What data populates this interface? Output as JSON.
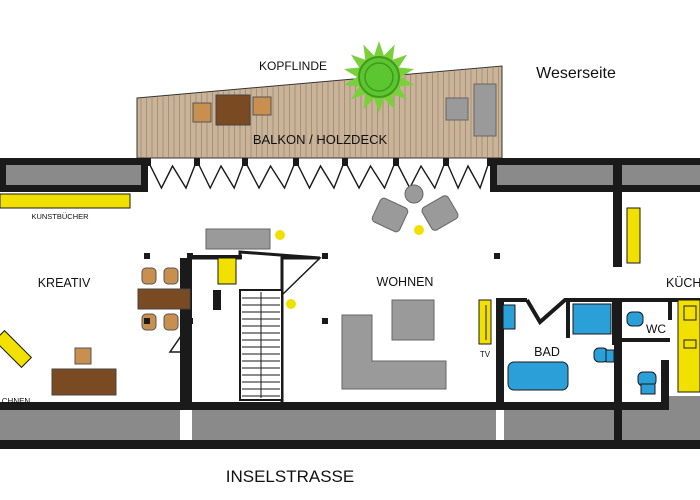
{
  "labels": {
    "kopflinde": "KOPFLINDE",
    "weserseite": "Weserseite",
    "balkon": "BALKON / HOLZDECK",
    "kunstbuecher": "KUNSTBÜCHER",
    "kreativ": "KREATIV",
    "chnen": "CHNEN",
    "wohnen": "WOHNEN",
    "kueche": "KÜCH",
    "wc": "WC",
    "bad": "BAD",
    "tv": "TV",
    "inselstrasse": "INSELSTRASSE"
  },
  "colors": {
    "wall": "#1a1a1a",
    "wall_grey": "#8a8a8a",
    "deck": "#c9b49a",
    "deck_line": "#a89277",
    "furniture_grey": "#9a9a9a",
    "wood_dark": "#7a4a22",
    "wood_light": "#c98f4f",
    "yellow": "#f2e100",
    "blue": "#2a9fd8",
    "tree_green": "#7ad03a",
    "tree_core": "#5cc630"
  },
  "icons": {
    "tree": "tree-icon",
    "stairs": "stairs-icon",
    "toilet": "toilet-icon",
    "bathtub": "bathtub-icon",
    "sofa": "sofa-icon"
  }
}
